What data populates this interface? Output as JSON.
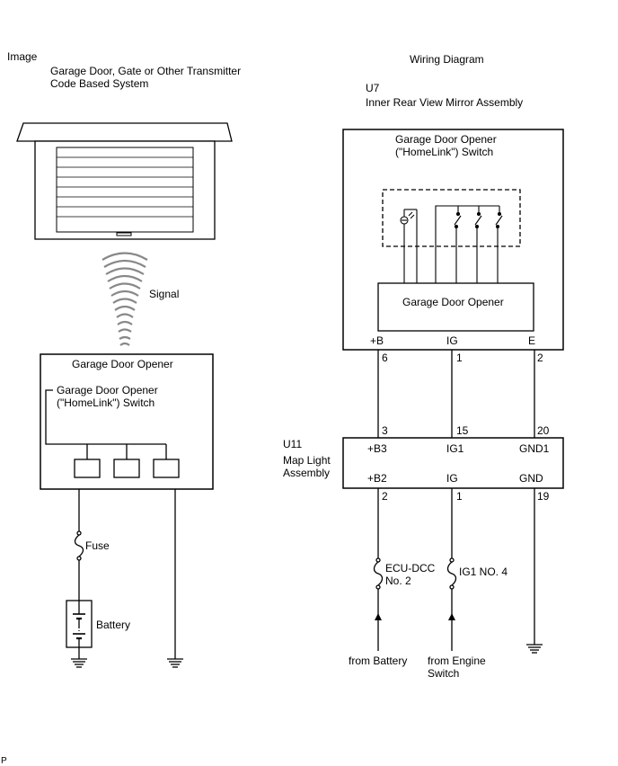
{
  "left": {
    "image_label": "Image",
    "title_line1": "Garage Door, Gate or Other Transmitter",
    "title_line2": "Code Based System",
    "signal_label": "Signal",
    "opener_box_title": "Garage Door Opener",
    "switch_line1": "Garage Door Opener",
    "switch_line2": "(\"HomeLink\") Switch",
    "fuse_label": "Fuse",
    "battery_label": "Battery"
  },
  "right": {
    "wiring_title": "Wiring Diagram",
    "u7_code": "U7",
    "u7_name": "Inner Rear View Mirror Assembly",
    "switch_line1": "Garage Door Opener",
    "switch_line2": "(\"HomeLink\") Switch",
    "inner_box_label": "Garage Door Opener",
    "u7_pins": [
      {
        "name": "+B",
        "number": "6"
      },
      {
        "name": "IG",
        "number": "1"
      },
      {
        "name": "E",
        "number": "2"
      }
    ],
    "u11_code": "U11",
    "u11_name_line1": "Map Light",
    "u11_name_line2": "Assembly",
    "u11_top_pins": [
      {
        "number": "3",
        "name": "+B3"
      },
      {
        "number": "15",
        "name": "IG1"
      },
      {
        "number": "20",
        "name": "GND1"
      }
    ],
    "u11_bottom_pins": [
      {
        "name": "+B2",
        "number": "2"
      },
      {
        "name": "IG",
        "number": "1"
      },
      {
        "name": "GND",
        "number": "19"
      }
    ],
    "fuse1_line1": "ECU-DCC",
    "fuse1_line2": "No. 2",
    "fuse2_label": "IG1 NO. 4",
    "from_battery": "from Battery",
    "from_engine_line1": "from Engine",
    "from_engine_line2": "Switch"
  },
  "footer_mark": "P"
}
